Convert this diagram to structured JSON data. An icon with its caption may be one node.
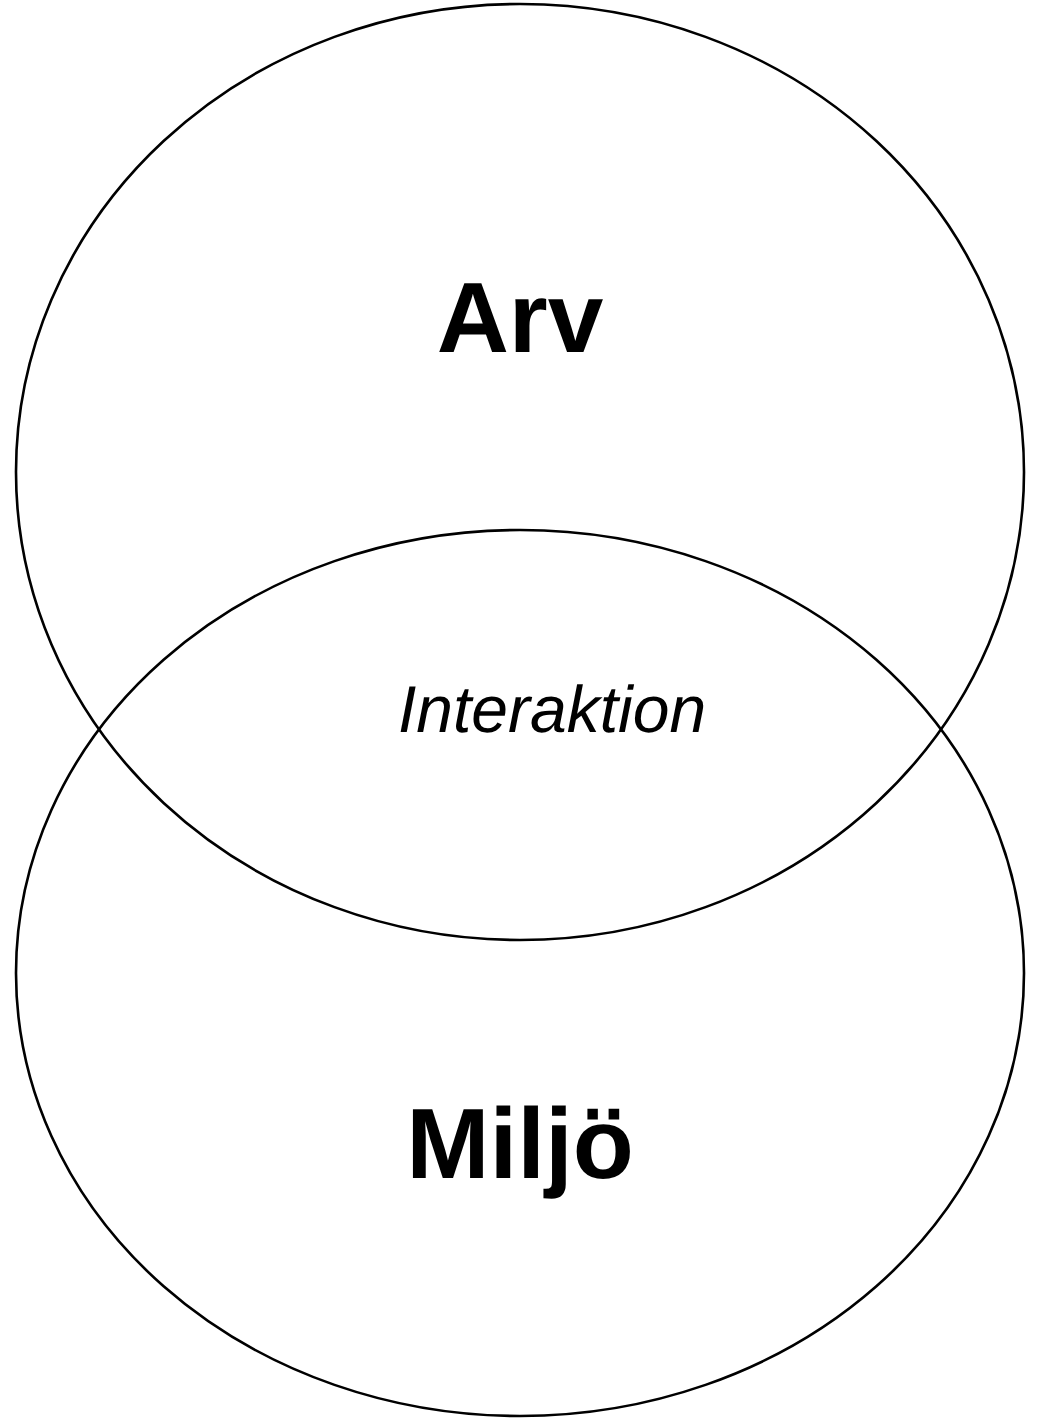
{
  "diagram": {
    "nodes": [
      {
        "text": [
          "Arv"
        ]
      },
      {
        "text": [
          "Miljö"
        ]
      }
    ],
    "labels": [
      "Interaktion"
    ]
  }
}
